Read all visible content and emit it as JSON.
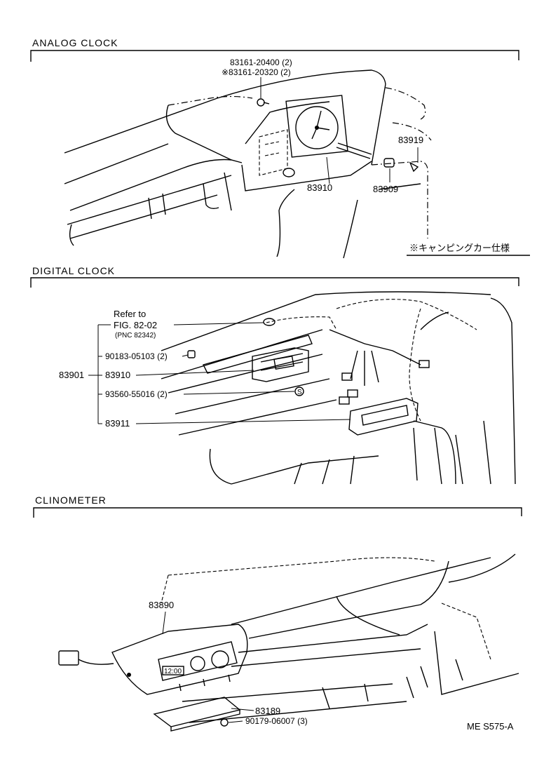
{
  "sections": {
    "analog": {
      "title": "ANALOG CLOCK",
      "parts": {
        "screw_a": "83161-20400 (2)",
        "screw_b": "※83161-20320 (2)",
        "clock": "83910",
        "bulb": "83909",
        "socket": "83919"
      },
      "note": "※キャンピングカー仕様"
    },
    "digital": {
      "title": "DIGITAL CLOCK",
      "refer_line1": "Refer to",
      "refer_line2": "FIG. 82-02",
      "refer_line3": "(PNC 82342)",
      "parts": {
        "assembly": "83901",
        "bolt": "90183-05103 (2)",
        "clock": "83910",
        "screw": "93560-55016 (2)",
        "bezel": "83911"
      }
    },
    "clino": {
      "title": "CLINOMETER",
      "parts": {
        "meter": "83890",
        "bracket": "83189",
        "nut": "90179-06007 (3)"
      }
    }
  },
  "footer": {
    "code": "ME  S575-A"
  }
}
